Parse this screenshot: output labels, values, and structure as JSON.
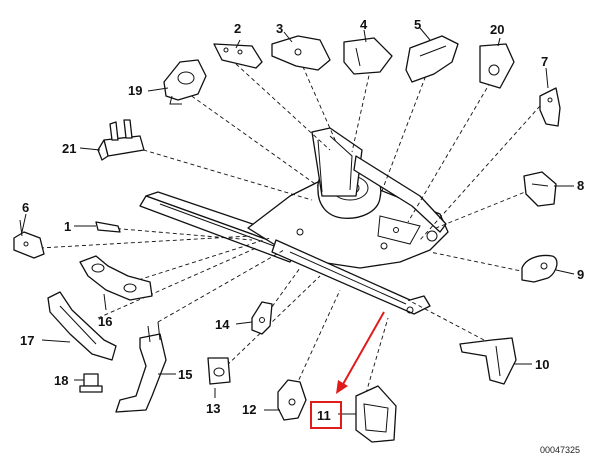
{
  "callouts": {
    "c1": "1",
    "c2": "2",
    "c3": "3",
    "c4": "4",
    "c5": "5",
    "c6": "6",
    "c7": "7",
    "c8": "8",
    "c9": "9",
    "c10": "10",
    "c11": "11",
    "c12": "12",
    "c13": "13",
    "c14": "14",
    "c15": "15",
    "c16": "16",
    "c17": "17",
    "c18": "18",
    "c19": "19",
    "c20": "20",
    "c21": "21"
  },
  "highlight": {
    "callout": "11",
    "color": "#e01b1b"
  },
  "catalog_number": "00047325"
}
